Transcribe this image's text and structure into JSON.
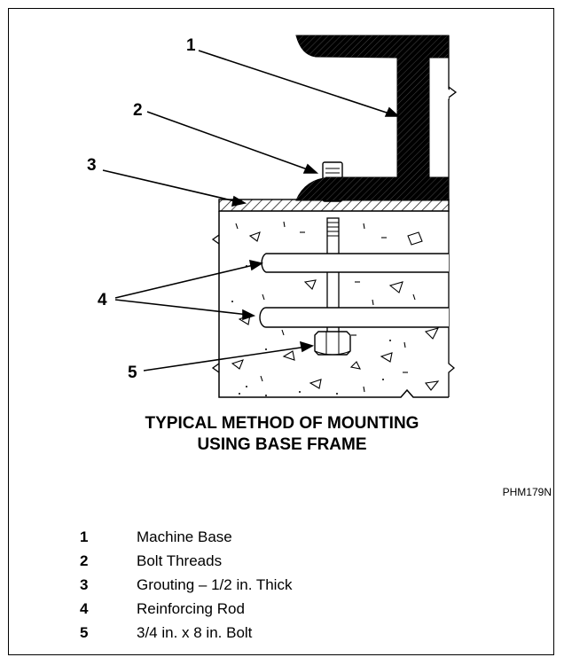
{
  "figure": {
    "callouts": [
      "1",
      "2",
      "3",
      "4",
      "5"
    ],
    "caption_line1": "TYPICAL METHOD OF MOUNTING",
    "caption_line2": "USING BASE FRAME",
    "figure_code": "PHM179N"
  },
  "legend": [
    {
      "num": "1",
      "text": "Machine Base"
    },
    {
      "num": "2",
      "text": "Bolt Threads"
    },
    {
      "num": "3",
      "text": "Grouting – 1/2 in. Thick"
    },
    {
      "num": "4",
      "text": "Reinforcing Rod"
    },
    {
      "num": "5",
      "text": "3/4 in. x 8 in. Bolt"
    }
  ]
}
